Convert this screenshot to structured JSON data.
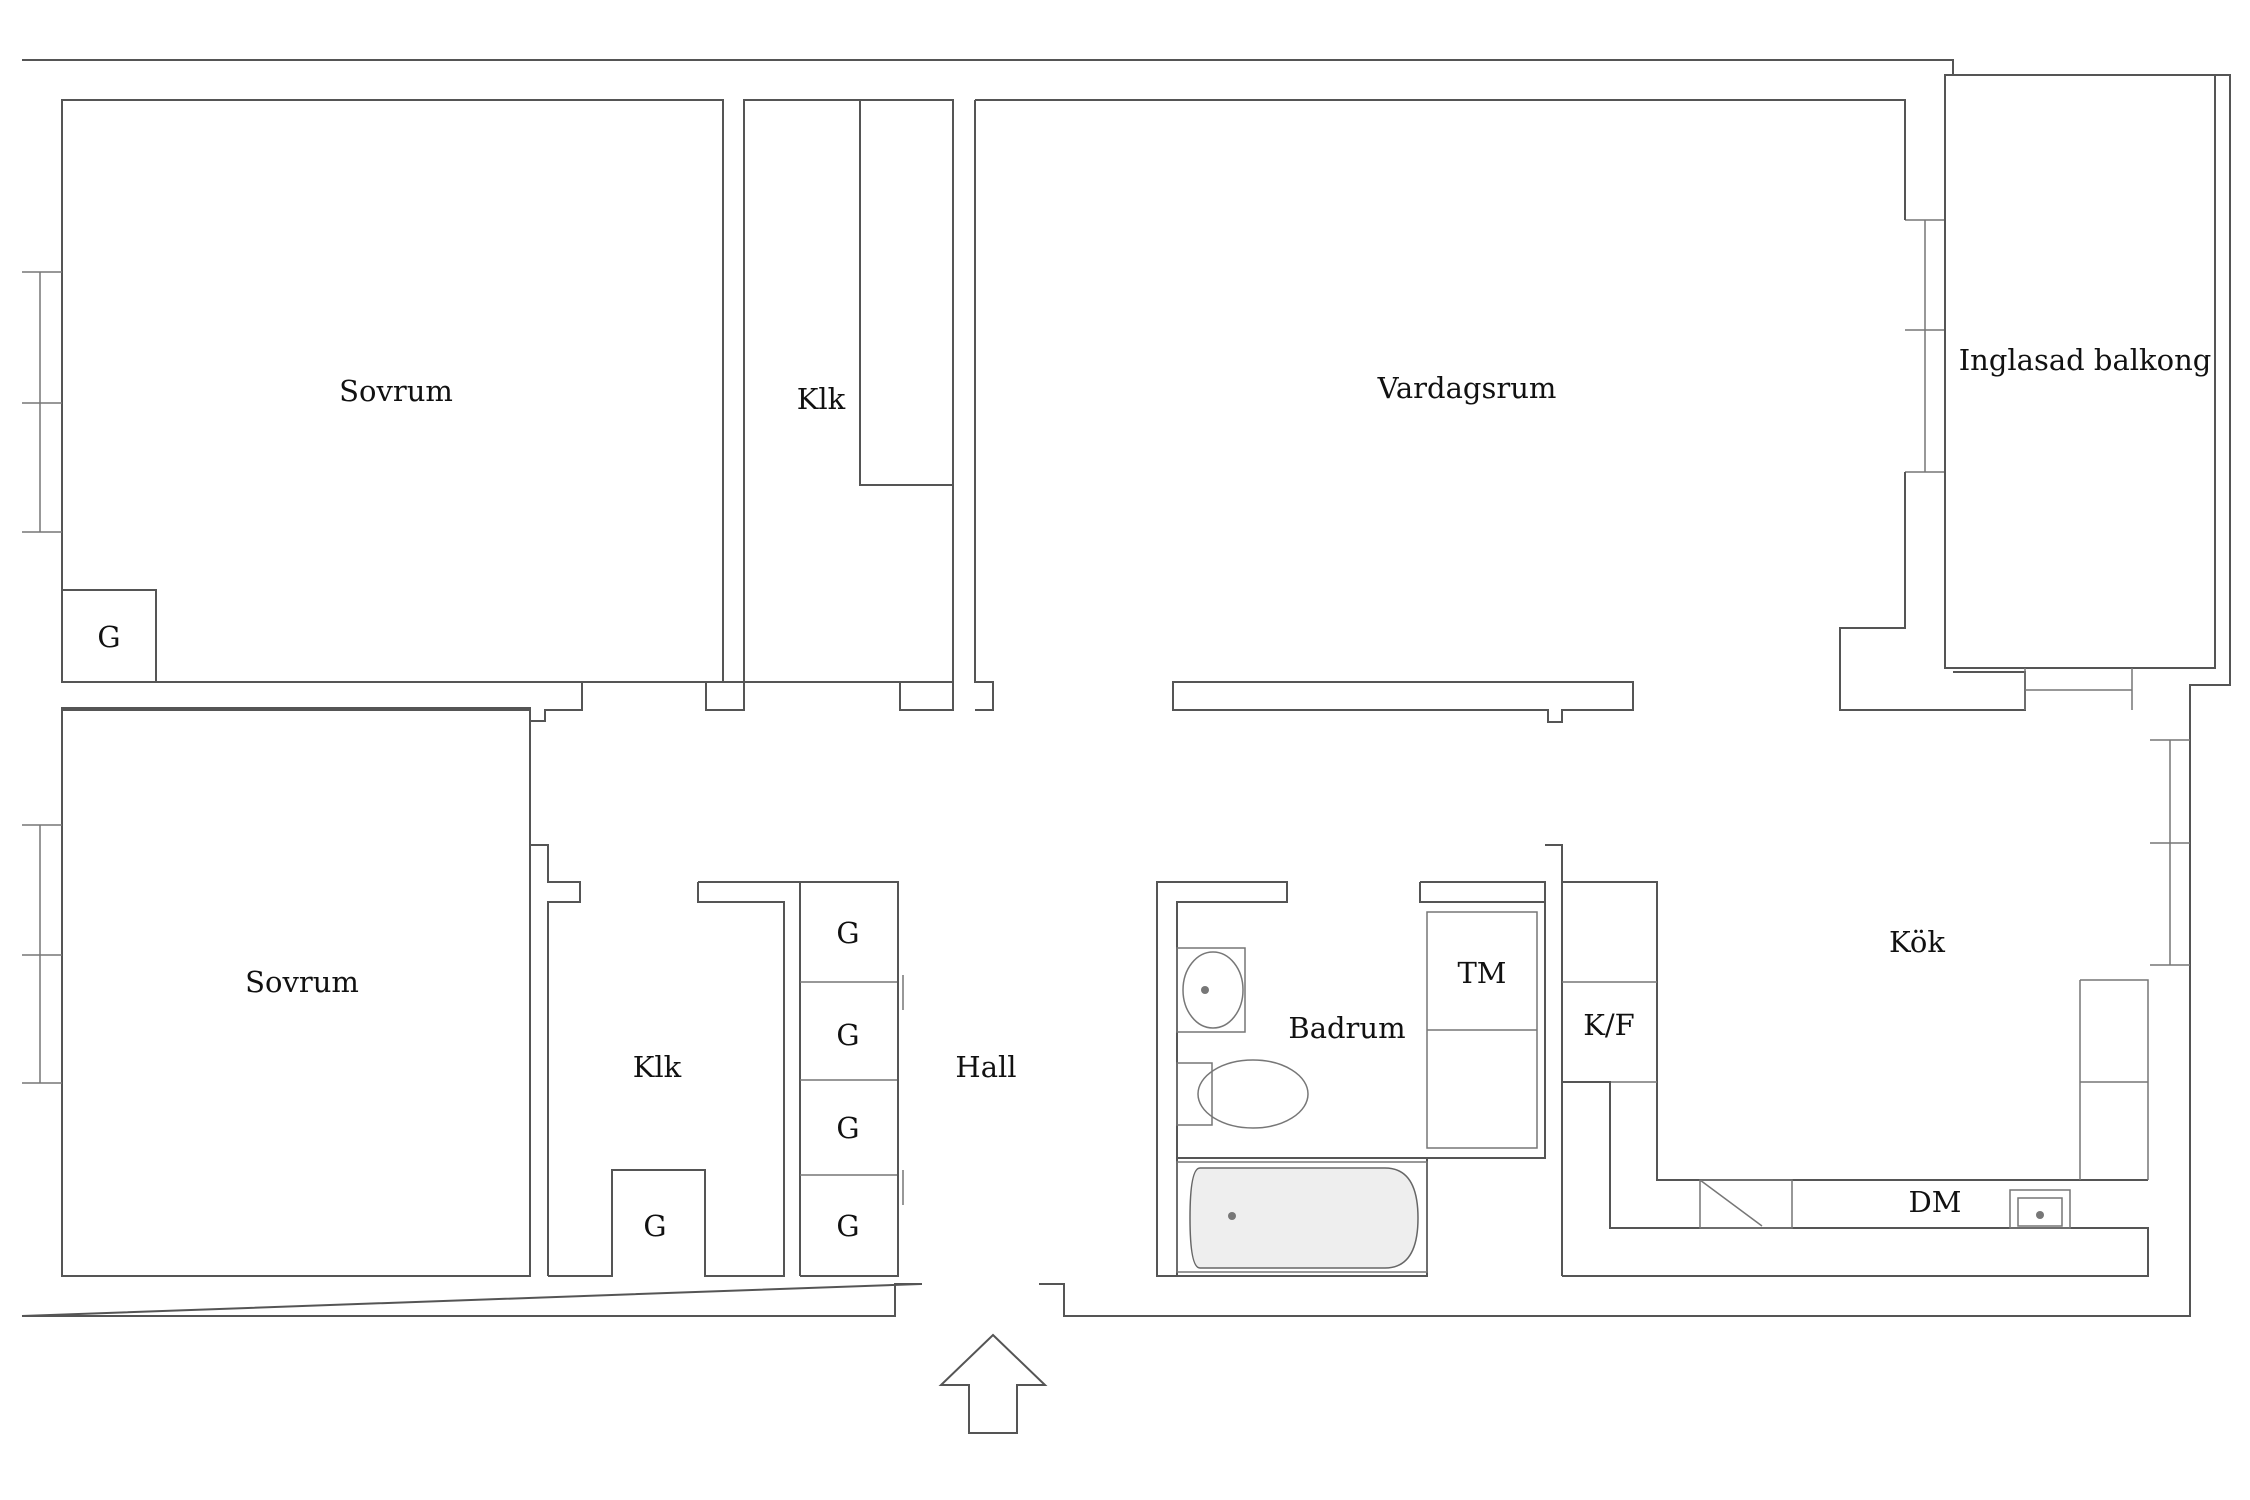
{
  "rooms": {
    "bedroom_top": "Sovrum",
    "closet_top": "Klk",
    "living_room": "Vardagsrum",
    "glazed_balcony": "Inglasad balkong",
    "bedroom_bottom": "Sovrum",
    "closet_bottom": "Klk",
    "hall": "Hall",
    "bathroom": "Badrum",
    "kitchen": "Kök"
  },
  "fixtures": {
    "wardrobe": "G",
    "washing_machine": "TM",
    "fridge_freezer": "K/F",
    "dishwasher": "DM"
  },
  "entrance_arrow": "entrance-arrow-icon",
  "line_color": "#555555"
}
